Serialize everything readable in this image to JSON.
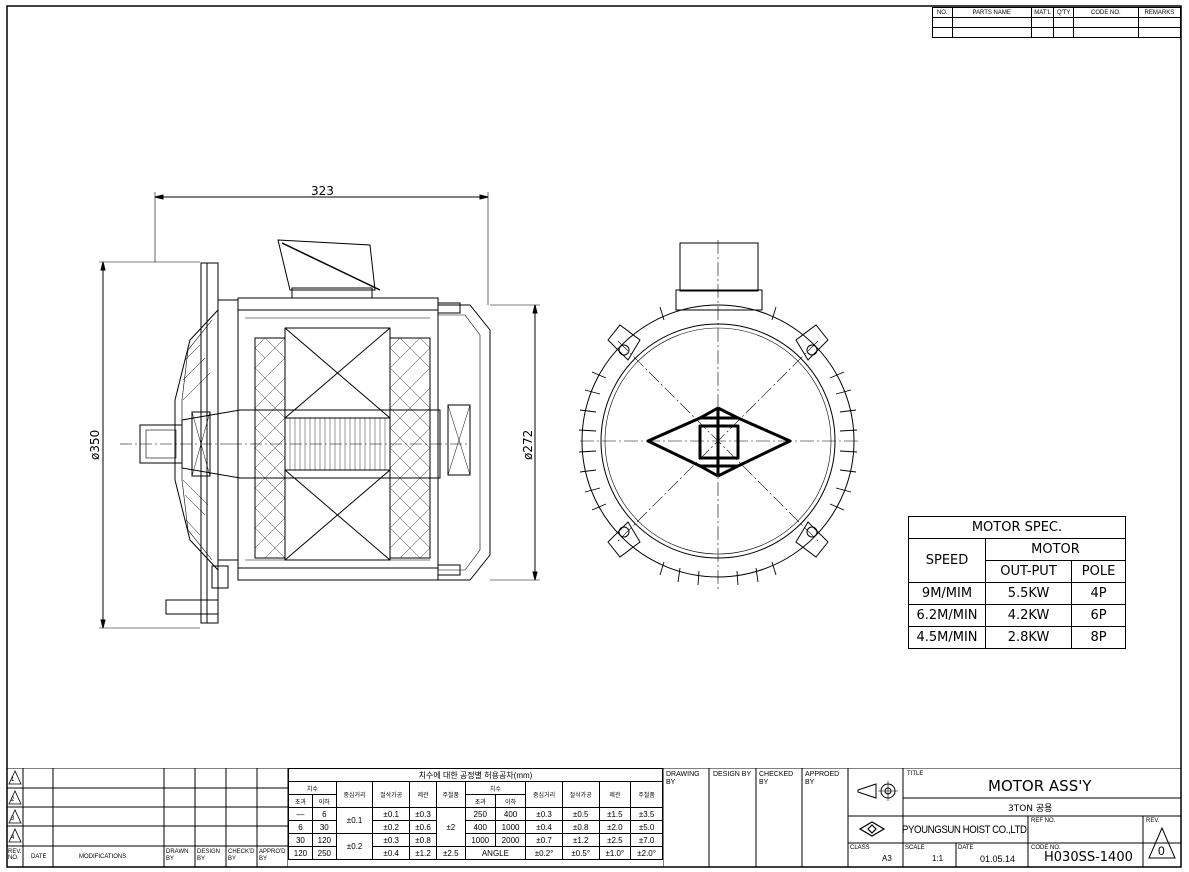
{
  "drawing": {
    "dim_length": "323",
    "dim_outer_dia": "ø350",
    "dim_body_dia": "ø272"
  },
  "parts_list": {
    "headers": [
      "NO.",
      "PARTS NAME",
      "MAT'L",
      "Q'TY",
      "CODE NO.",
      "REMARKS"
    ]
  },
  "motor_spec": {
    "title": "MOTOR SPEC.",
    "speed_header": "SPEED",
    "motor_header": "MOTOR",
    "output_header": "OUT-PUT",
    "pole_header": "POLE",
    "rows": [
      {
        "speed": "9M/MIM",
        "output": "5.5KW",
        "pole": "4P"
      },
      {
        "speed": "6.2M/MIN",
        "output": "4.2KW",
        "pole": "6P"
      },
      {
        "speed": "4.5M/MIN",
        "output": "2.8KW",
        "pole": "8P"
      }
    ]
  },
  "revision_block": {
    "rev_no": "REV. NO.",
    "date": "DATE",
    "modifications": "MODIFICATIONS",
    "drawn_by": "DRAWN BY",
    "design_by": "DESIGN BY",
    "checkd_by": "CHECK'D BY",
    "apprd_by": "APPRO'D BY"
  },
  "tolerance": {
    "title": "치수에 대한 공정별 허용공차(mm)",
    "size": "치수",
    "over": "초과",
    "under": "이하",
    "col_center": "중심거리",
    "col_cut": "절삭가공",
    "col_plate": "제관",
    "col_cast": "주철품",
    "left_rows": [
      {
        "a": "—",
        "b": "6",
        "c": "±0.1",
        "d": "±0.3"
      },
      {
        "a": "6",
        "b": "30",
        "c": "±0.2",
        "d": "±0.6"
      },
      {
        "a": "30",
        "b": "120",
        "c": "±0.3",
        "d": "±0.8"
      },
      {
        "a": "120",
        "b": "250",
        "c": "±0.4",
        "d": "±1.2",
        "e": "±2.5"
      }
    ],
    "center_a": "±0.1",
    "center_b": "±0.2",
    "cast_mid": "±2",
    "right_rows": [
      {
        "a": "250",
        "b": "400",
        "c": "±0.3",
        "d": "±0.5",
        "e": "±1.5",
        "f": "±3.5"
      },
      {
        "a": "400",
        "b": "1000",
        "c": "±0.4",
        "d": "±0.8",
        "e": "±2.0",
        "f": "±5.0"
      },
      {
        "a": "1000",
        "b": "2000",
        "c": "±0.7",
        "d": "±1.2",
        "e": "±2.5",
        "f": "±7.0"
      },
      {
        "a": "ANGLE",
        "b": "",
        "c": "±0.2°",
        "d": "±0.5°",
        "e": "±1.0°",
        "f": "±2.0°"
      }
    ]
  },
  "signoff": {
    "drawing_by": "DRAWING BY",
    "design_by": "DESIGN BY",
    "checked_by": "CHECKED BY",
    "approved_by": "APPROED BY"
  },
  "title_block": {
    "title_label": "TITLE",
    "title": "MOTOR ASS'Y",
    "subtitle": "3TON 공용",
    "company": "PYOUNGSUN HOIST CO.,LTD.",
    "ref_label": "REF NO.",
    "rev_label": "REV.",
    "rev_value": "0",
    "class_label": "CLASS",
    "class_value": "A3",
    "scale_label": "SCALE",
    "scale_value": "1:1",
    "date_label": "DATE",
    "date_value": "01.05.14",
    "code_label": "CODE NO.",
    "code_value": "H030SS-1400"
  }
}
